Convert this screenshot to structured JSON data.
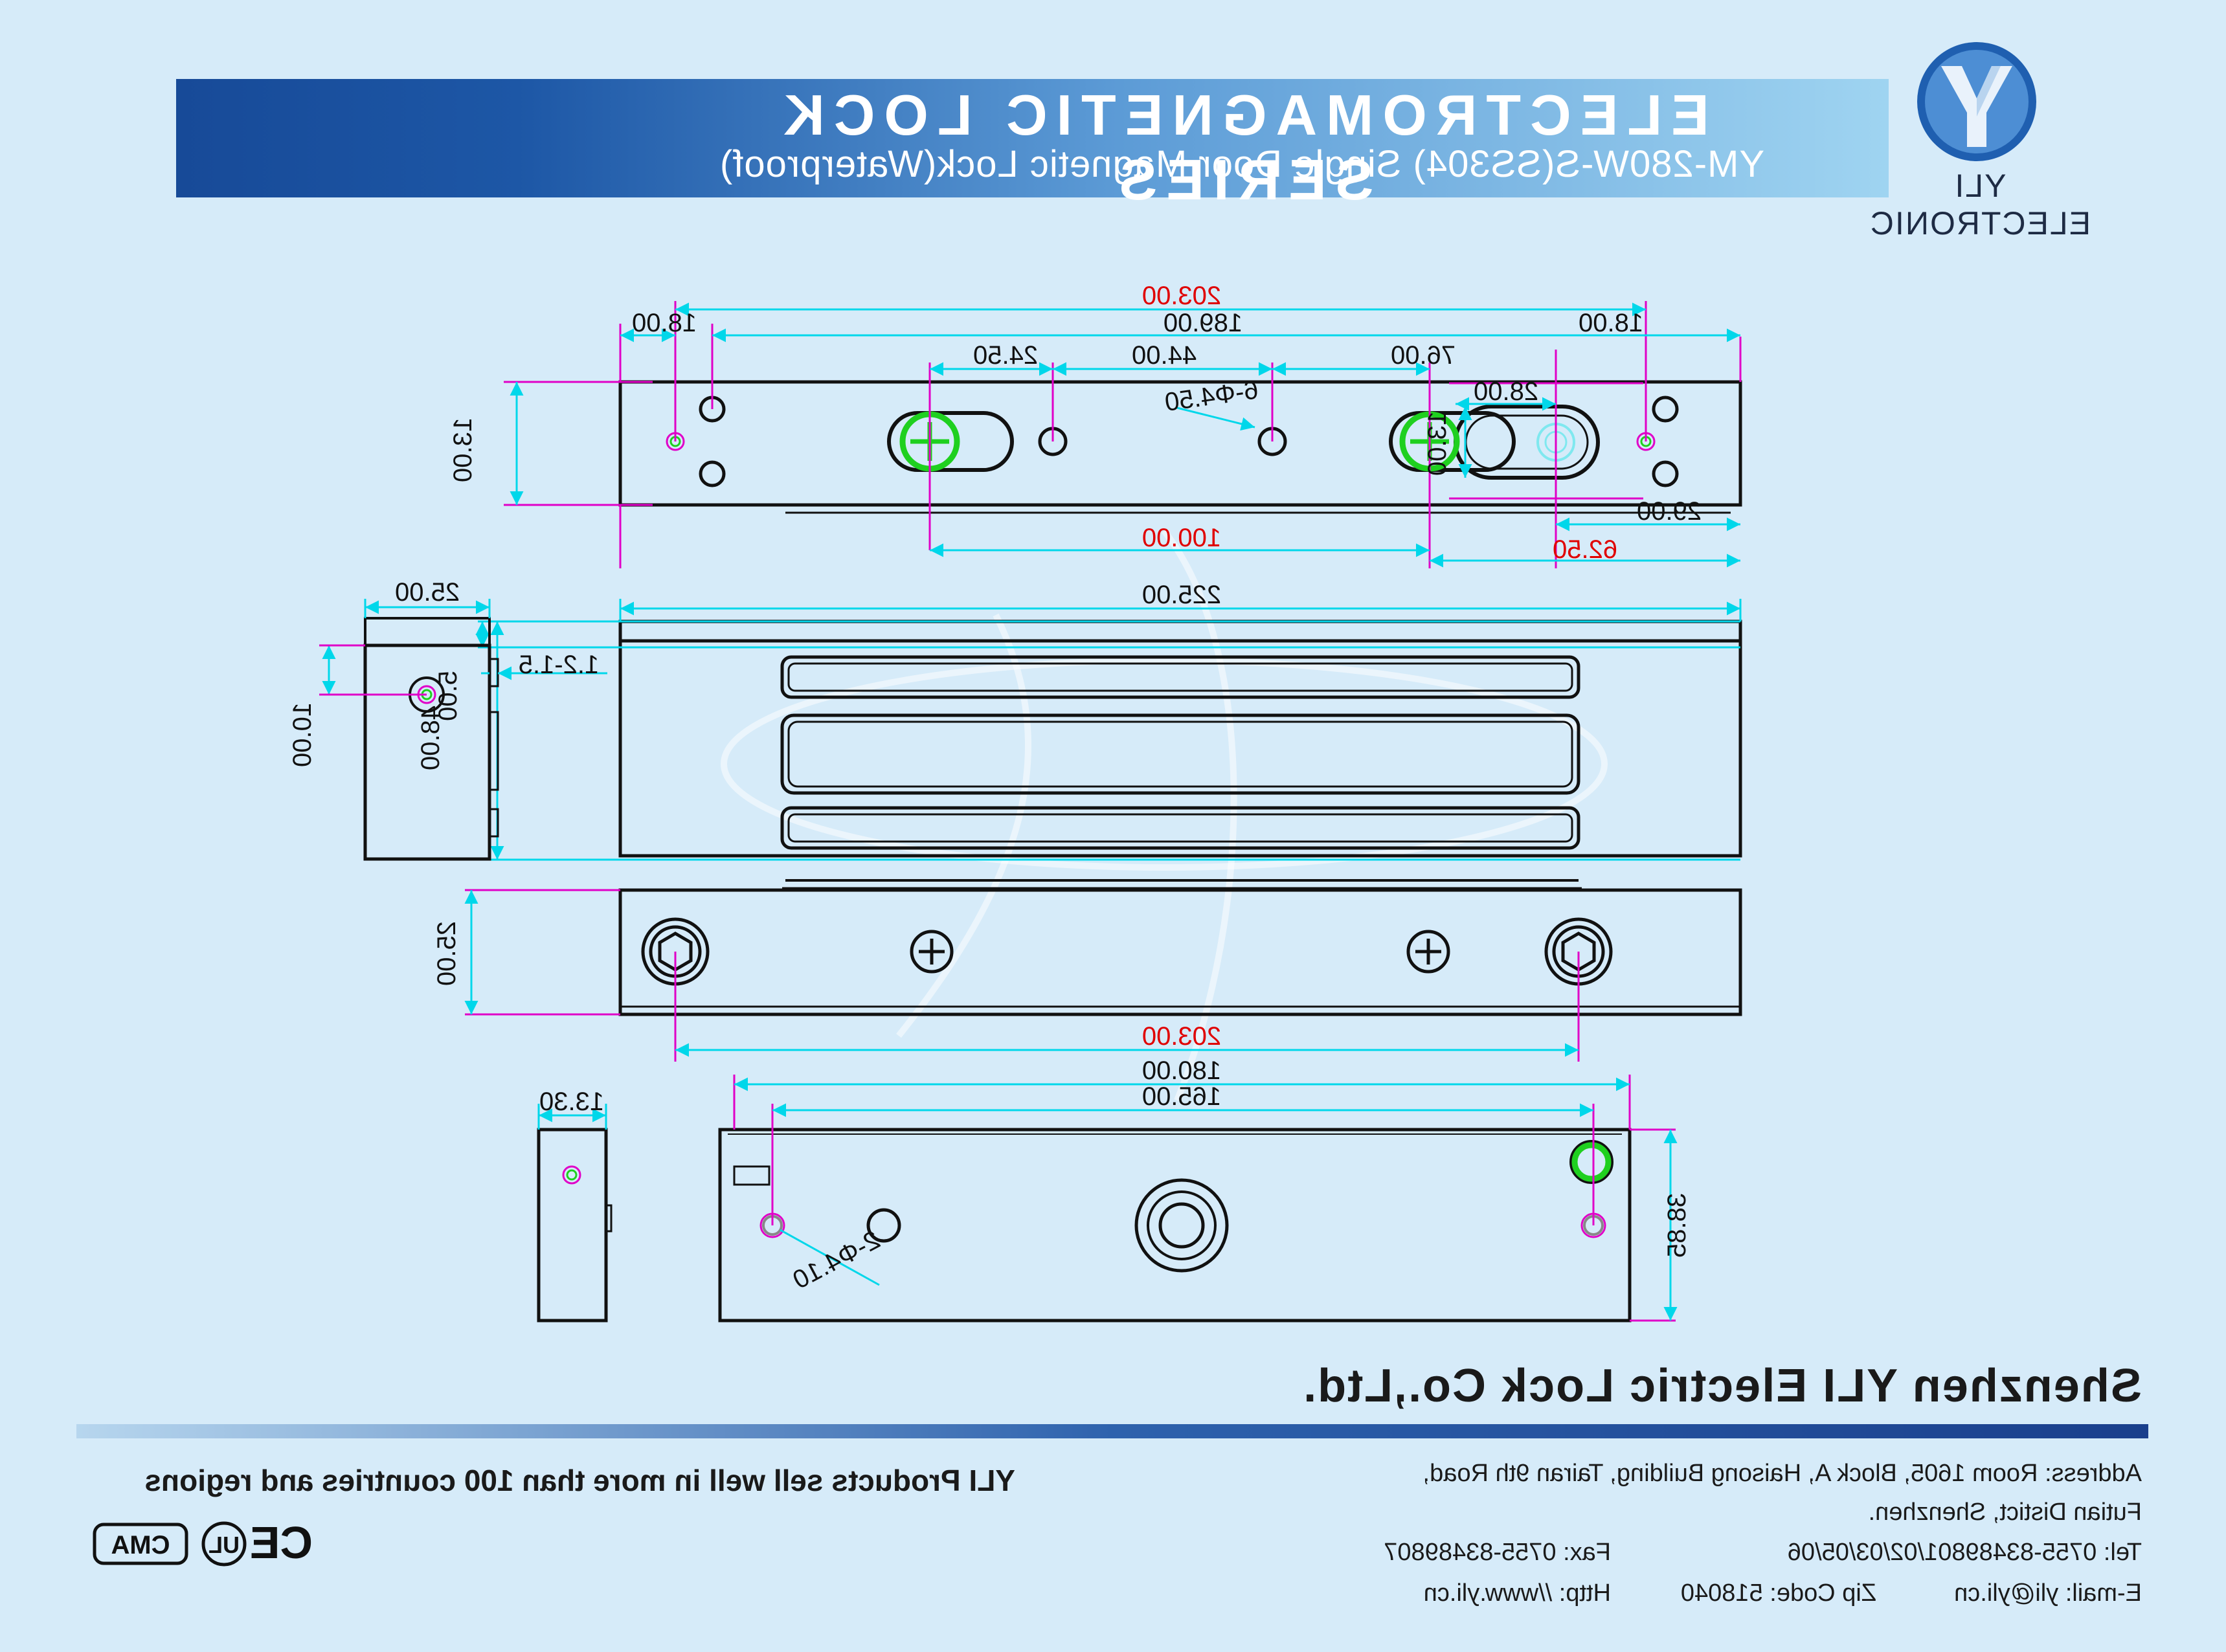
{
  "header": {
    "title": "ELECTROMAGNETIC LOCK SERIES",
    "subtitle": "YM-280W-S(SS304)  Single Door Magnetic Lock(Waterproof)"
  },
  "logo": {
    "icon": "yli-y-logo-icon",
    "text": "YLI ELECTRONIC",
    "colors": {
      "outer": "#1f5fb0",
      "inner": "#4d8ed4"
    }
  },
  "drawing": {
    "top_view": {
      "overall": "203.00",
      "inner": "189.00",
      "left_edge": "18.00",
      "right_edge": "18.00",
      "d_24_50": "24.50",
      "d_44_00": "44.00",
      "d_76_00": "76.00",
      "d_28_00": "28.00",
      "height_left": "13.00",
      "height_right": "13.00",
      "holes": "6-Φ4.50",
      "d_29_00": "29.00",
      "d_100_00": "100.00",
      "d_62_50": "62.50"
    },
    "front_view": {
      "width": "225.00",
      "top_offset": "5.00",
      "height": "48.00"
    },
    "side_view": {
      "width": "25.00",
      "gap": "1.2-1.5",
      "hole_height": "10.00"
    },
    "bottom_view": {
      "span": "203.00",
      "height": "25.00"
    },
    "armature_side": {
      "width": "13.30"
    },
    "armature": {
      "length": "180.00",
      "hole_span": "165.00",
      "holes": "2-Φ4.10",
      "height": "38.85"
    },
    "colors": {
      "dimension": "#00d7ea",
      "extension": "#e000c8",
      "red_dimension": "#e00000",
      "outline": "#111111",
      "green_screw": "#1fd01f"
    }
  },
  "footer": {
    "company": "Shenzhen YLI Electric Lock Co.,Ltd.",
    "address_line1": "Address: Room 1605, Block A, Haisong Building, Tairan 9th Road,",
    "address_line2": "Futian Distict, Shenzhen.",
    "tel": "Tel: 0755-83489801/02/03/05/06",
    "fax": "Fax: 0755-83489807",
    "email": "E-mail: yli@yli.cn",
    "zip": "Zip Code: 518040",
    "http": "Http: //www.yli.cn",
    "tagline": "YLI Products sell well in more than 100 countries and regions",
    "certifications": [
      {
        "icon": "ce-mark-icon",
        "text": "CE"
      },
      {
        "icon": "ul-mark-icon",
        "text": "UL"
      },
      {
        "icon": "cma-mark-icon",
        "text": "CMA"
      }
    ]
  }
}
